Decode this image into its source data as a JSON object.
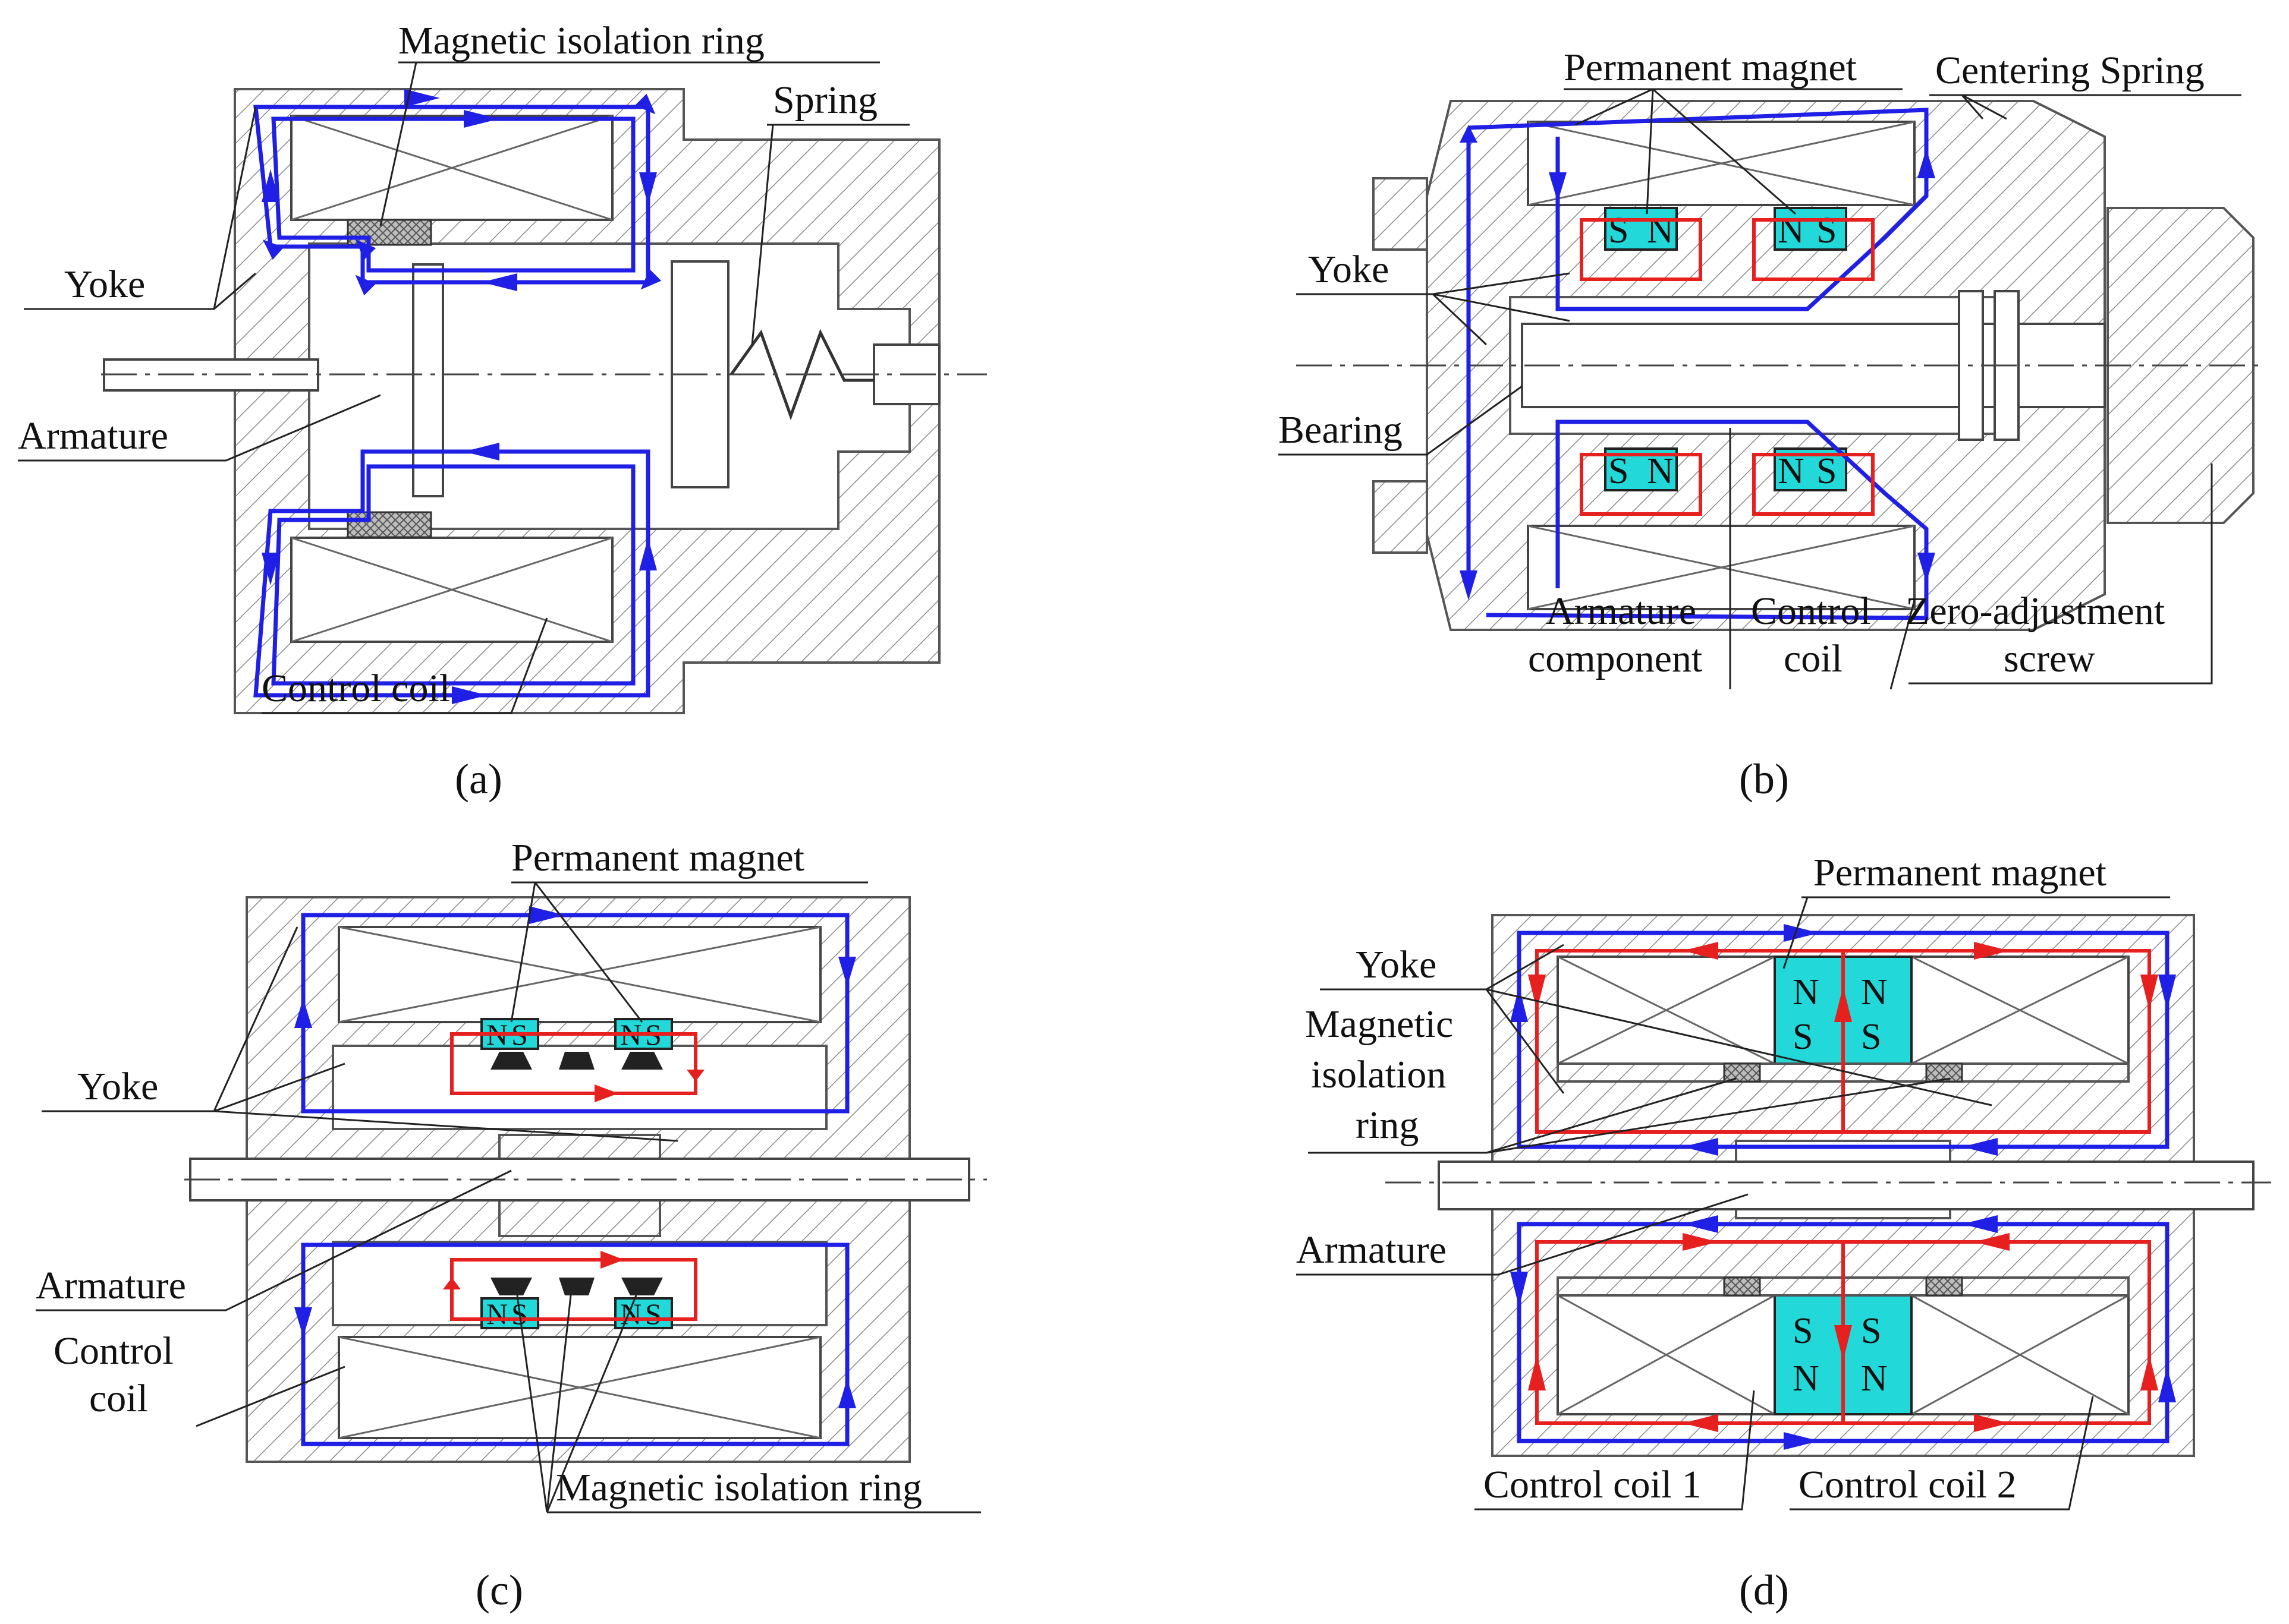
{
  "panels": {
    "a": {
      "caption": "(a)",
      "labels": {
        "isolation_ring": "Magnetic isolation ring",
        "spring": "Spring",
        "yoke": "Yoke",
        "armature": "Armature",
        "control_coil": "Control coil"
      }
    },
    "b": {
      "caption": "(b)",
      "labels": {
        "permanent_magnet": "Permanent magnet",
        "centering_spring": "Centering Spring",
        "yoke": "Yoke",
        "bearing": "Bearing",
        "armature_line1": "Armature",
        "armature_line2": "component",
        "control_line1": "Control",
        "control_line2": "coil",
        "zero_line1": "Zero-adjustment",
        "zero_line2": "screw"
      },
      "poles": {
        "s": "S",
        "n": "N"
      }
    },
    "c": {
      "caption": "(c)",
      "labels": {
        "permanent_magnet": "Permanent magnet",
        "yoke": "Yoke",
        "armature": "Armature",
        "control_line1": "Control",
        "control_line2": "coil",
        "isolation_ring": "Magnetic isolation ring"
      },
      "poles": {
        "s": "S",
        "n": "N"
      }
    },
    "d": {
      "caption": "(d)",
      "labels": {
        "permanent_magnet": "Permanent magnet",
        "yoke": "Yoke",
        "iso_line1": "Magnetic",
        "iso_line2": "isolation",
        "iso_line3": "ring",
        "armature": "Armature",
        "coil1": "Control coil 1",
        "coil2": "Control coil 2"
      },
      "poles": {
        "s": "S",
        "n": "N"
      }
    }
  },
  "colors": {
    "main_flux": "#1f1fe6",
    "magnet_flux": "#e61f1f",
    "magnet_fill": "#22d8d8"
  }
}
